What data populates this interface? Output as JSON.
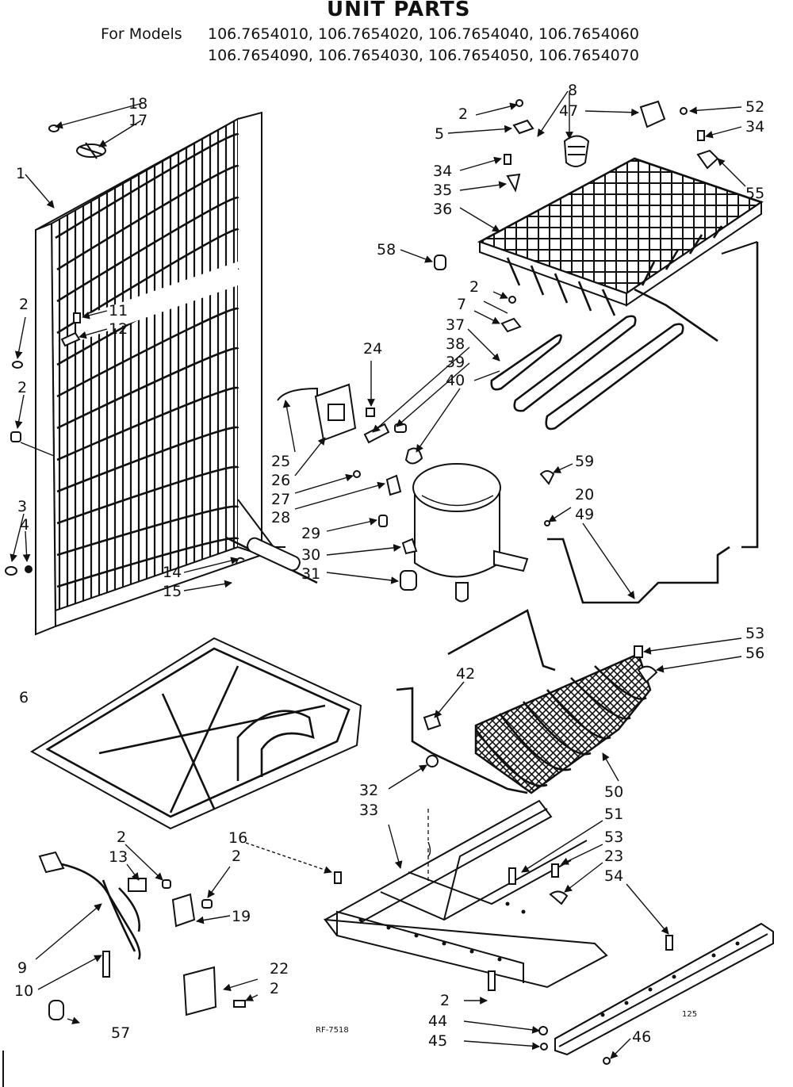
{
  "header": {
    "title": "UNIT PARTS",
    "models_prefix": "For Models",
    "models_line1": "106.7654010, 106.7654020, 106.7654040, 106.7654060",
    "models_line2": "106.7654090, 106.7654030, 106.7654050, 106.7654070"
  },
  "footer": {
    "drawing_code": "RF-7518",
    "page_mark": "125"
  },
  "callouts": {
    "c1": "1",
    "c2": "2",
    "c3": "3",
    "c4": "4",
    "c5": "5",
    "c6": "6",
    "c7": "7",
    "c8": "8",
    "c9": "9",
    "c10": "10",
    "c11": "11",
    "c12": "12",
    "c13": "13",
    "c14": "14",
    "c15": "15",
    "c16": "16",
    "c17": "17",
    "c18": "18",
    "c19": "19",
    "c20": "20",
    "c22": "22",
    "c23": "23",
    "c24": "24",
    "c25": "25",
    "c26": "26",
    "c27": "27",
    "c28": "28",
    "c29": "29",
    "c30": "30",
    "c31": "31",
    "c32": "32",
    "c33": "33",
    "c34": "34",
    "c35": "35",
    "c36": "36",
    "c37": "37",
    "c38": "38",
    "c39": "39",
    "c40": "40",
    "c42": "42",
    "c44": "44",
    "c45": "45",
    "c46": "46",
    "c47": "47",
    "c49": "49",
    "c50": "50",
    "c51": "51",
    "c52": "52",
    "c53": "53",
    "c54": "54",
    "c55": "55",
    "c56": "56",
    "c57": "57",
    "c58": "58",
    "c59": "59"
  }
}
